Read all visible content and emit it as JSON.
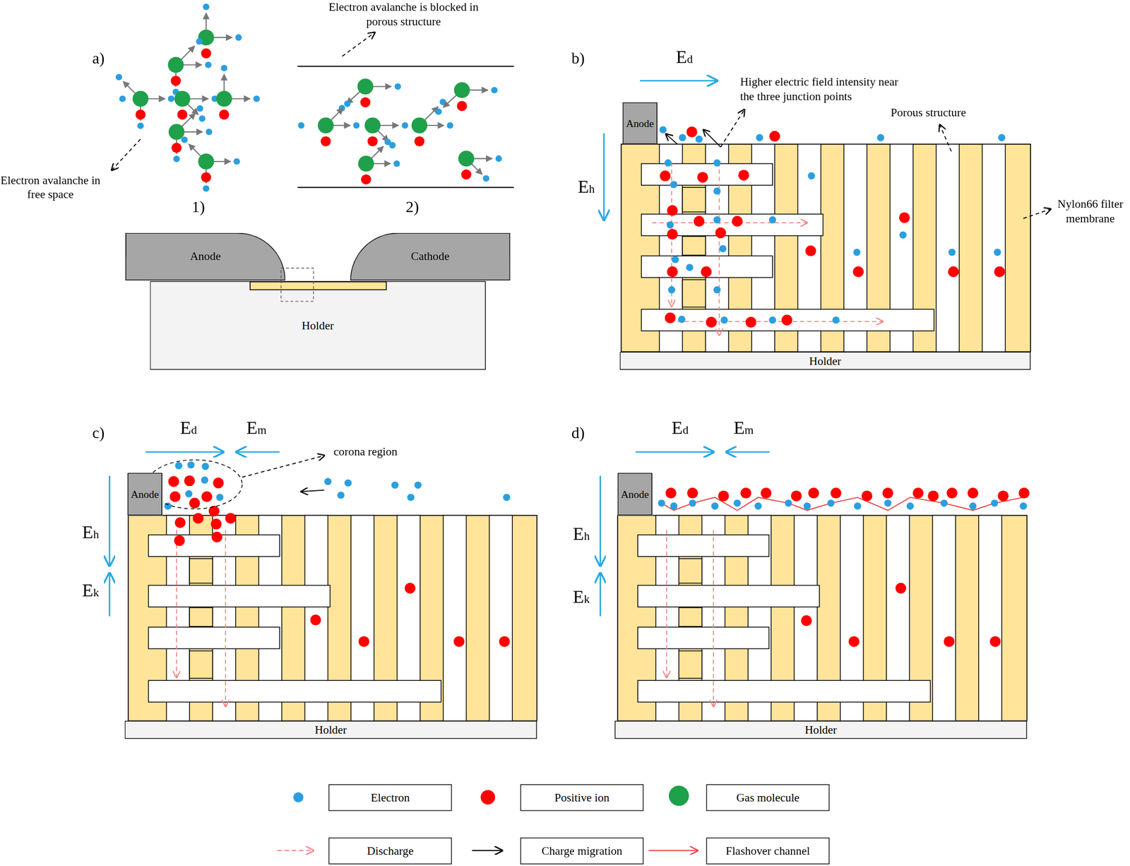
{
  "diagram": {
    "nodes": [
      {
        "text": [
          "Anode"
        ]
      },
      {
        "text": [
          "Cathode"
        ]
      },
      {
        "text": [
          "Holder"
        ]
      },
      {
        "text": [
          "Anode"
        ]
      },
      {
        "text": [
          "Holder"
        ]
      },
      {
        "text": [
          "Anode"
        ]
      },
      {
        "text": [
          "Holder"
        ]
      },
      {
        "text": [
          "Anode"
        ]
      },
      {
        "text": [
          "Holder"
        ]
      }
    ],
    "labels": [
      "a)",
      "Electron avalanche is blocked in porous structure",
      "Electron avalanche in free space",
      "1)",
      "2)",
      "b)",
      "Ed",
      "Higher electric field intensity near the three junction points",
      "Porous structure",
      "Eh",
      "Nylon66 filter membrane",
      "c)",
      "Ed",
      "Em",
      "corona region",
      "Eh",
      "Ek",
      "d)",
      "Ed",
      "Em",
      "Eh",
      "Ek"
    ],
    "legend": [
      {
        "text": "Electron",
        "color": "#2a9fe0"
      },
      {
        "text": "Positive ion",
        "color": "#ff0000"
      },
      {
        "text": "Gas molecule",
        "color": "#1fa04a"
      },
      {
        "text": "Discharge"
      },
      {
        "text": "Charge migration"
      },
      {
        "text": "Flashover channel"
      }
    ]
  }
}
